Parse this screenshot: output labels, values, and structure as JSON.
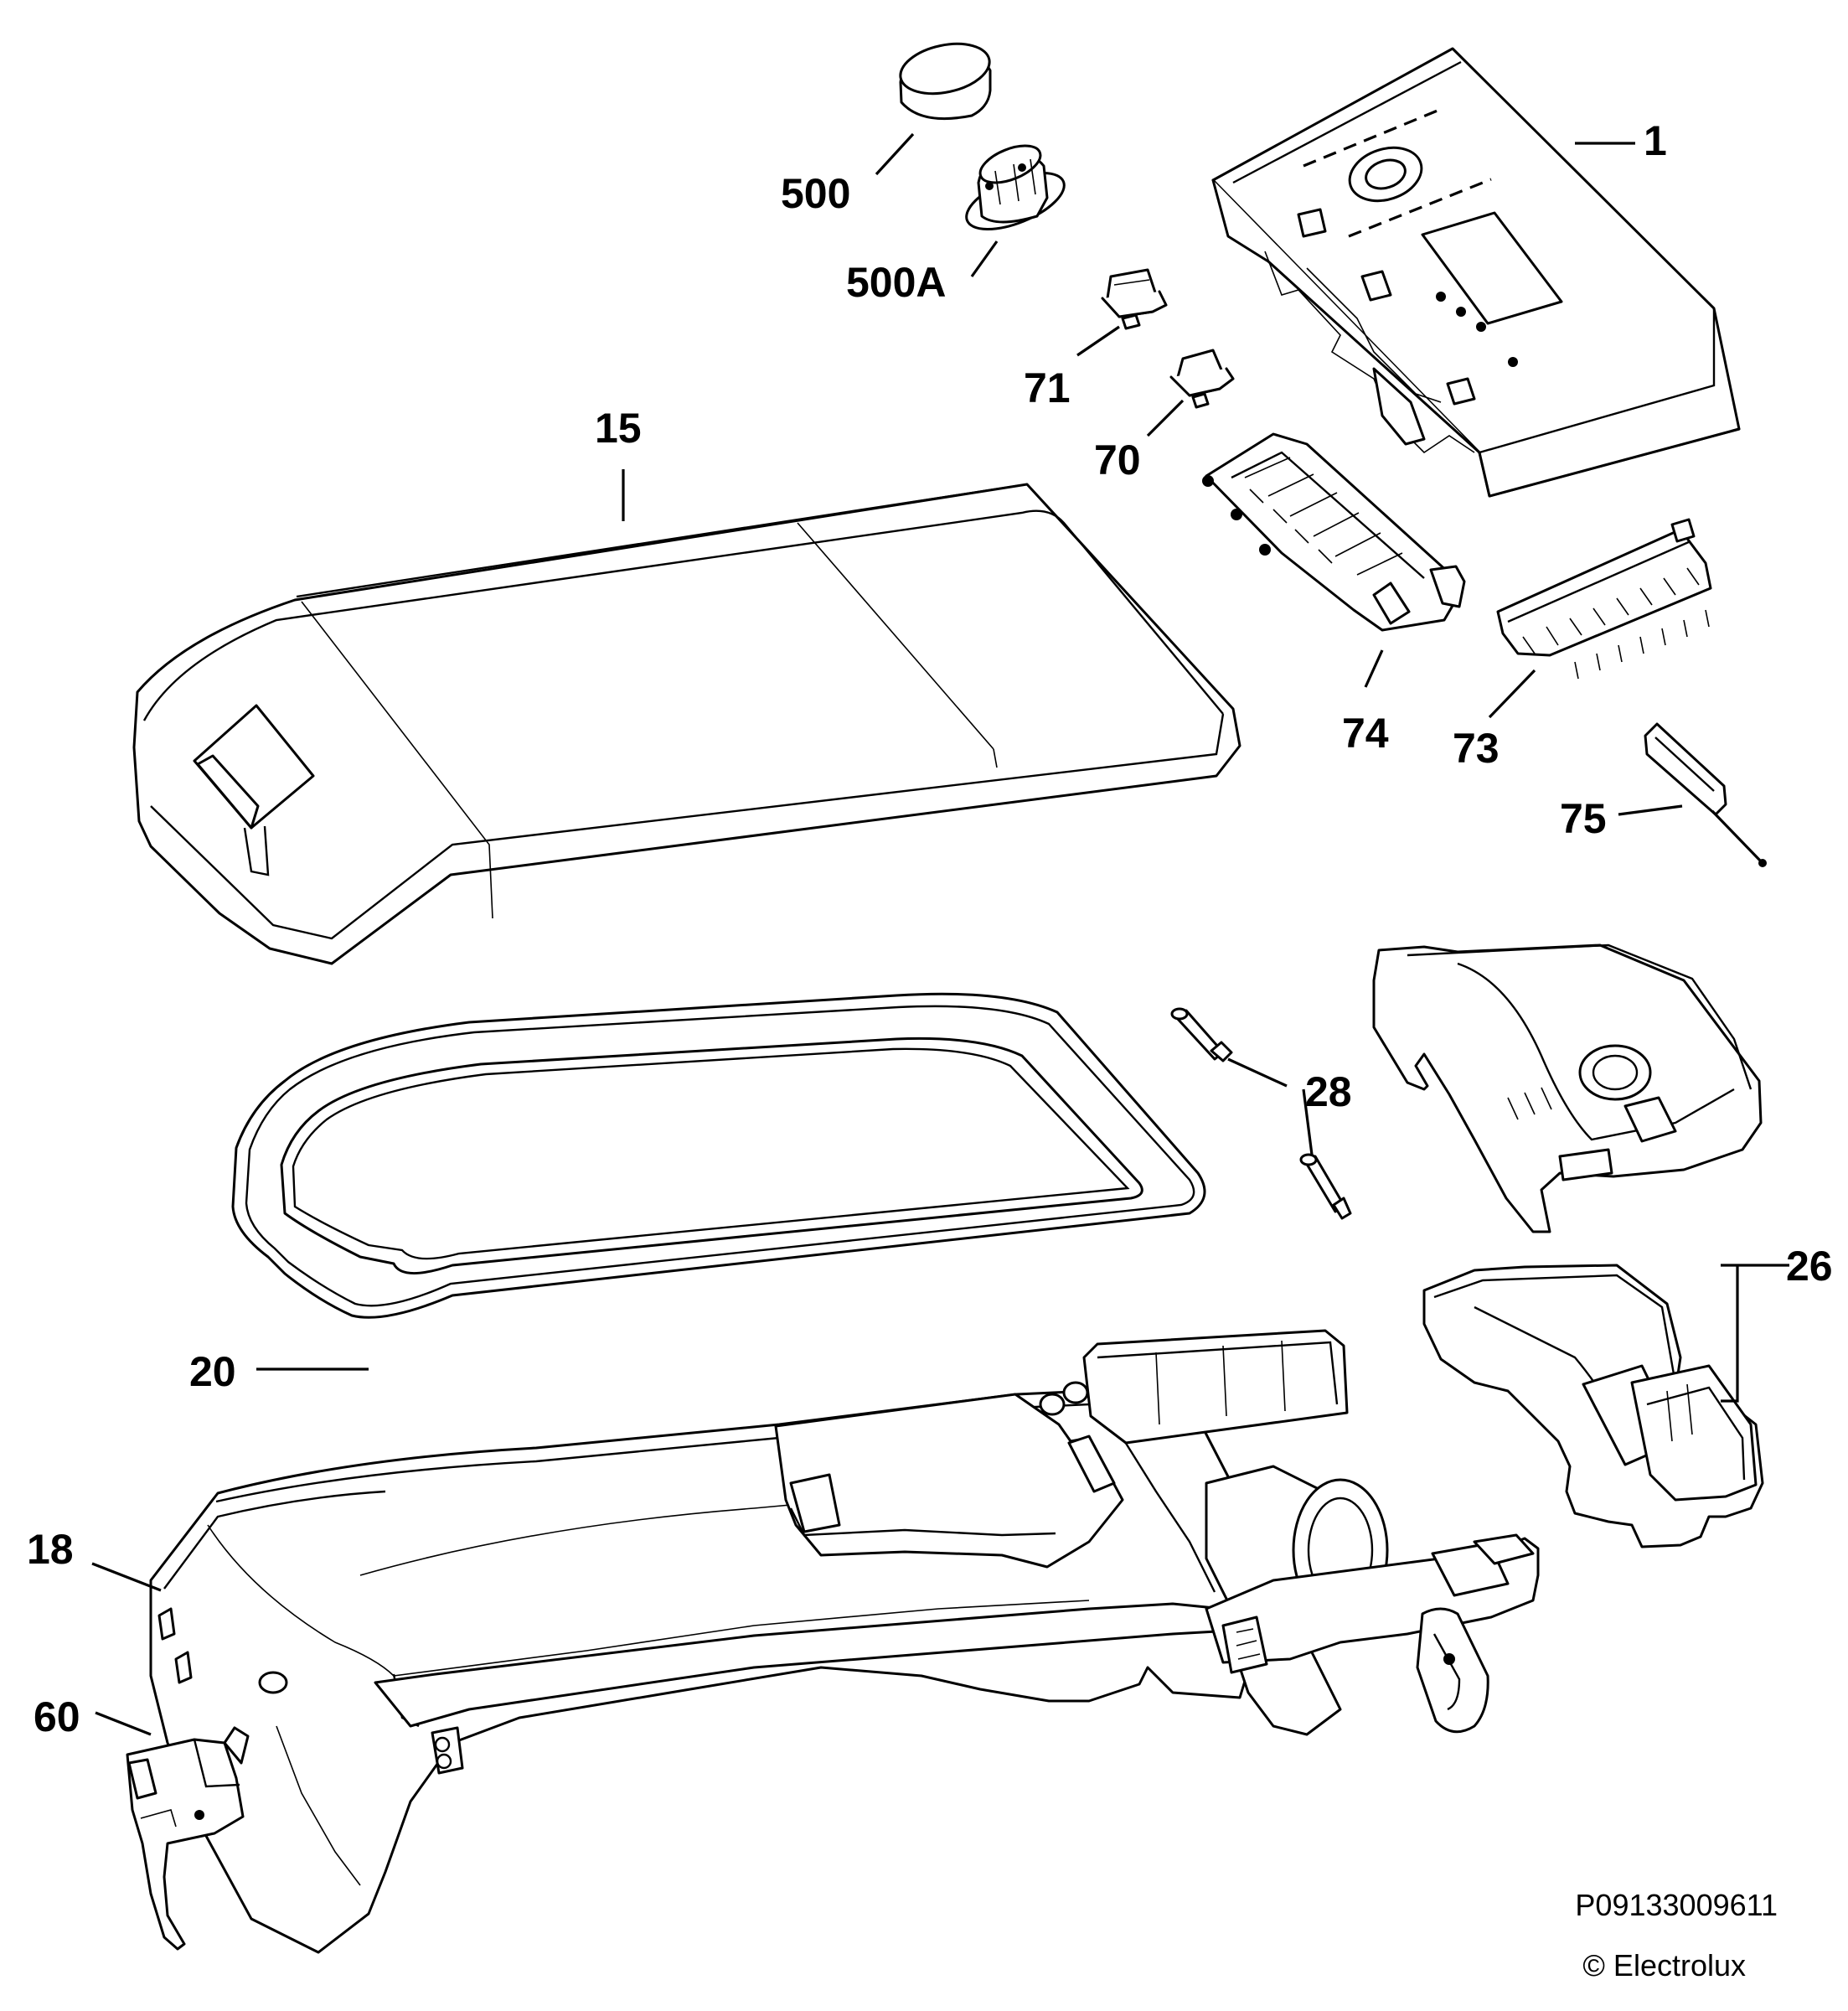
{
  "diagram": {
    "part_labels": {
      "p1": "1",
      "p500": "500",
      "p500a": "500A",
      "p71": "71",
      "p70": "70",
      "p15": "15",
      "p74": "74",
      "p73": "73",
      "p75": "75",
      "p28": "28",
      "p26": "26",
      "p20": "20",
      "p18": "18",
      "p60": "60"
    },
    "drawing_code": "P09133009611",
    "copyright": "© Electrolux"
  }
}
